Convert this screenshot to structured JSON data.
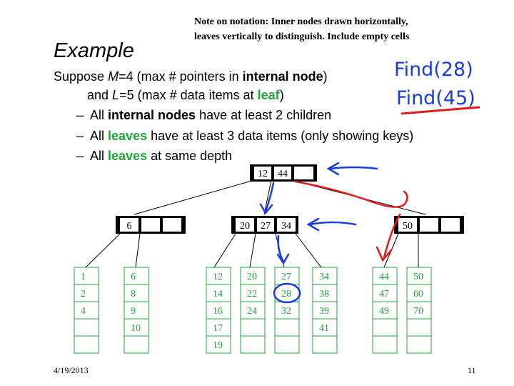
{
  "note": {
    "line1": "Note on notation: Inner nodes drawn horizontally,",
    "line2": "leaves vertically to distinguish.  Include empty cells"
  },
  "title": "Example",
  "intro": {
    "line1_pre": "Suppose ",
    "line1_var": "M",
    "line1_mid": "=4 (max # pointers in ",
    "line1_bold": "internal node",
    "line1_post": ")",
    "line2_pre": "and ",
    "line2_var": "L",
    "line2_mid": "=5 (max # data items at ",
    "line2_green": "leaf",
    "line2_post": ")"
  },
  "bullets": [
    {
      "dash": "–",
      "pre": "All ",
      "em": "internal nodes",
      "post": " have at least 2 children"
    },
    {
      "dash": "–",
      "pre": "All ",
      "em": "leaves",
      "post": " have at least 3 data items (only showing keys)"
    },
    {
      "dash": "–",
      "pre": "All ",
      "em": "leaves",
      "post": " at same depth"
    }
  ],
  "annotations": {
    "find1": "Find(28)",
    "find2": "Find(45)",
    "pen_blue": "#1a3de0",
    "pen_red": "#e01a1a"
  },
  "tree": {
    "root": {
      "keys": [
        "12",
        "44",
        ""
      ]
    },
    "internals": [
      {
        "keys": [
          "6",
          "",
          ""
        ]
      },
      {
        "keys": [
          "20",
          "27",
          "34"
        ]
      },
      {
        "keys": [
          "50",
          "",
          ""
        ]
      }
    ],
    "leaves": [
      {
        "keys": [
          "1",
          "2",
          "4",
          "",
          ""
        ]
      },
      {
        "keys": [
          "6",
          "8",
          "9",
          "10",
          ""
        ]
      },
      {
        "keys": [
          "12",
          "14",
          "16",
          "17",
          "19"
        ]
      },
      {
        "keys": [
          "20",
          "22",
          "24",
          "",
          ""
        ]
      },
      {
        "keys": [
          "27",
          "28",
          "32",
          "",
          ""
        ]
      },
      {
        "keys": [
          "34",
          "38",
          "39",
          "41",
          ""
        ]
      },
      {
        "keys": [
          "44",
          "47",
          "49",
          "",
          ""
        ]
      },
      {
        "keys": [
          "50",
          "60",
          "70",
          "",
          ""
        ]
      }
    ],
    "leaf_color": "#22a33a"
  },
  "footer": {
    "date": "4/19/2013",
    "page": "11"
  }
}
